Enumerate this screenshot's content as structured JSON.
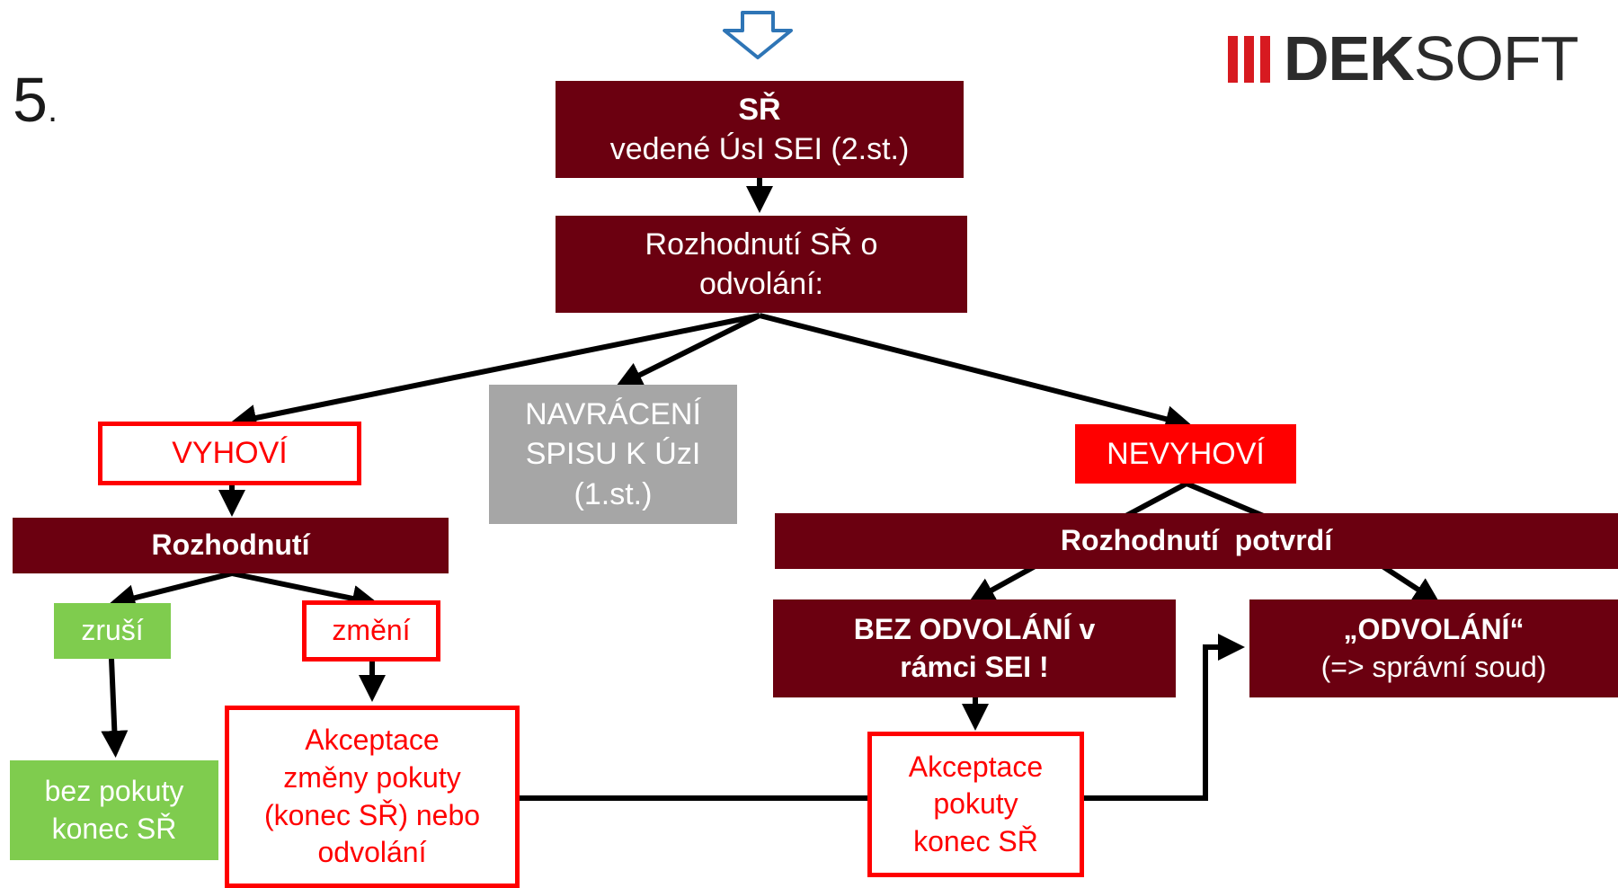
{
  "slide_number": "5",
  "slide_number_dot": ".",
  "logo": {
    "bold": "DEK",
    "rest": "SOFT"
  },
  "nodes": {
    "sr": {
      "title": "SŘ",
      "subtitle": "vedené ÚsI SEI (2.st.)"
    },
    "rozhodnuti_sr": {
      "line1": "Rozhodnutí SŘ o",
      "line2": "odvolání:"
    },
    "navraceni": {
      "line1": "NAVRÁCENÍ",
      "line2": "SPISU K ÚzI",
      "line3": "(1.st.)"
    },
    "vyhovi": "VYHOVÍ",
    "nevyhovi": "NEVYHOVÍ",
    "rozhodnuti_left": "Rozhodnutí",
    "rozhodnuti_potvrdi": "Rozhodnutí  potvrdí",
    "zrusi": "zruší",
    "zmeni": "změní",
    "bez_pokuty": {
      "line1": "bez pokuty",
      "line2": "konec SŘ"
    },
    "akceptace_zmeny": {
      "line1": "Akceptace",
      "line2": "změny pokuty",
      "line3": "(konec SŘ) nebo",
      "line4": "odvolání"
    },
    "bez_odvolani": {
      "line1": "BEZ ODVOLÁNÍ v",
      "line2": "rámci SEI !"
    },
    "odvolani": {
      "title": "„ODVOLÁNÍ“",
      "subtitle": "(=> správní soud)"
    },
    "akceptace_pokuty": {
      "line1": "Akceptace",
      "line2": "pokuty",
      "line3": "konec SŘ"
    }
  },
  "colors": {
    "maroon": "#6b0010",
    "red": "#ff0000",
    "gray": "#a6a6a6",
    "green": "#7fcc4e",
    "arrow_blue": "#2e75b6",
    "connector": "#000000"
  }
}
